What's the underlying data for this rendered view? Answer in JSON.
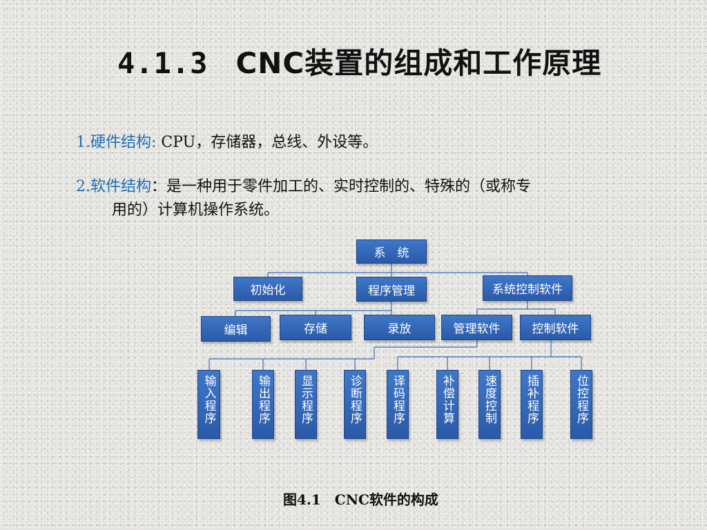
{
  "title": {
    "number": "4.1.3",
    "text": "CNC装置的组成和工作原理"
  },
  "points": [
    {
      "label": "1.硬件结构:",
      "text": " CPU，存储器，总线、外设等。"
    },
    {
      "label": "2.软件结构",
      "text": "：是一种用于零件加工的、实时控制的、特殊的（或称专",
      "cont": "用的）计算机操作系统。"
    }
  ],
  "tree": {
    "root": "系　统",
    "level1": [
      "初始化",
      "程序管理",
      "系统控制软件"
    ],
    "level2": [
      "编辑",
      "存储",
      "录放",
      "管理软件",
      "控制软件"
    ],
    "level3": [
      "输入程序",
      "输出程序",
      "显示程序",
      "诊断程序",
      "译码程序",
      "补偿计算",
      "速度控制",
      "插补程序",
      "位控程序"
    ]
  },
  "caption": "图4.1　CNC软件的构成",
  "colors": {
    "box": "#2f62b0",
    "line": "#3a6cb5",
    "label": "#1f6fb5"
  }
}
